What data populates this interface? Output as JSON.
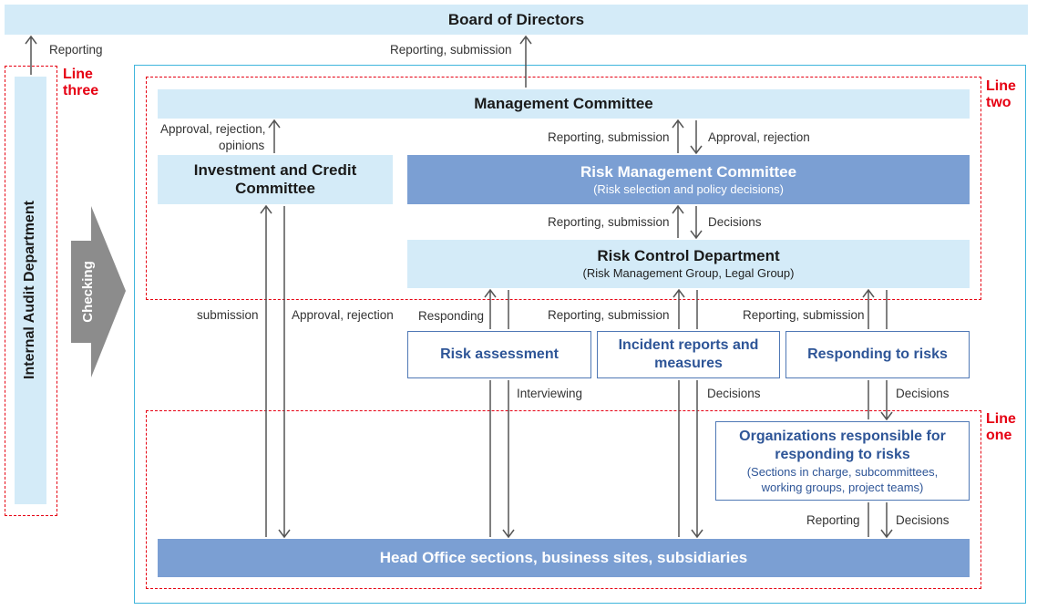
{
  "board": "Board of Directors",
  "internal_audit": "Internal Audit Department",
  "checking": "Checking",
  "lines": {
    "three_a": "Line",
    "three_b": "three",
    "two_a": "Line",
    "two_b": "two",
    "one_a": "Line",
    "one_b": "one"
  },
  "management_committee": "Management Committee",
  "investment_committee": {
    "line1": "Investment and Credit",
    "line2": "Committee"
  },
  "risk_mgmt_committee": {
    "title": "Risk Management Committee",
    "sub": "(Risk selection and policy decisions)"
  },
  "risk_control_dept": {
    "title": "Risk Control Department",
    "sub": "(Risk Management Group, Legal Group)"
  },
  "risk_assessment": "Risk assessment",
  "incident_reports": {
    "line1": "Incident reports and",
    "line2": "measures"
  },
  "responding_to_risks": "Responding to risks",
  "organizations": {
    "line1": "Organizations responsible for",
    "line2": "responding to risks",
    "sub1": "(Sections in charge, subcommittees,",
    "sub2": "working groups, project teams)"
  },
  "head_office": "Head Office sections, business sites, subsidiaries",
  "labels": {
    "reporting_left": "Reporting",
    "reporting_submission_top": "Reporting, submission",
    "approval_rejection_opinions_1": "Approval, rejection,",
    "approval_rejection_opinions_2": "opinions",
    "reporting_submission_mc": "Reporting, submission",
    "approval_rejection_mc": "Approval, rejection",
    "reporting_submission_rmc": "Reporting, submission",
    "decisions_rmc": "Decisions",
    "submission": "submission",
    "approval_rejection_inv": "Approval, rejection",
    "responding": "Responding",
    "reporting_submission_mid": "Reporting, submission",
    "reporting_submission_right": "Reporting, submission",
    "interviewing": "Interviewing",
    "decisions_mid": "Decisions",
    "decisions_right": "Decisions",
    "reporting_org": "Reporting",
    "decisions_org": "Decisions"
  },
  "colors": {
    "light_blue": "#d4ebf8",
    "mid_blue": "#7b9fd3",
    "text_blue": "#2e5597",
    "frame_cyan": "#3fb5dc",
    "red_dashed": "#e60012",
    "arrow_gray": "#8c8c8c"
  }
}
